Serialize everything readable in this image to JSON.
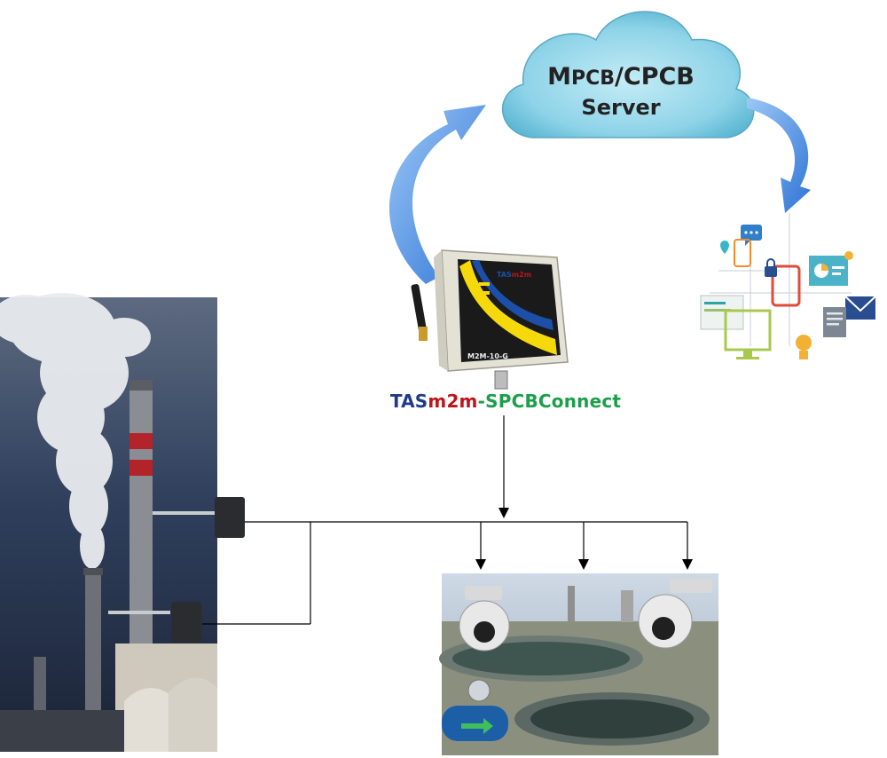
{
  "cloud": {
    "line1_prefix": "M",
    "line1_small": "PCB",
    "line1_rest": "/CPCB",
    "line2": "Server"
  },
  "device": {
    "label_parts": [
      "TAS",
      "m2m",
      "-SPCBConnect"
    ],
    "brand_parts": [
      "TAS",
      "m2m"
    ],
    "model": "M2M-10-G"
  },
  "colors": {
    "cloud_fill": "#8ed3e8",
    "arrow_blue": "#4a8fe0",
    "label_tas": "#1f3a8a",
    "label_m2m": "#c0141c",
    "label_connect": "#1c9e4a",
    "device_yellow": "#f5d90a",
    "device_blue": "#1e4fa8"
  },
  "icons": [
    "chat-bubble-icon",
    "location-pin-icon",
    "padlock-tablet-icon",
    "pie-chart-icon",
    "email-icon",
    "document-icon",
    "monitor-icon",
    "lightbulb-icon",
    "app-window-icon"
  ],
  "photos": [
    "factory-chimney-photo",
    "cctv-treatment-plant-photo"
  ]
}
